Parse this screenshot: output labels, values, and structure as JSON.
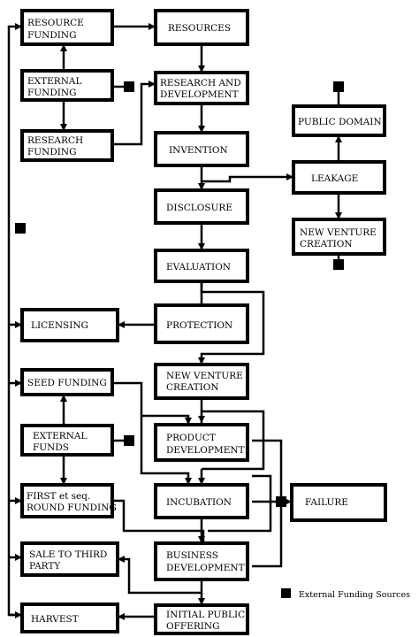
{
  "boxes": {
    "resource_funding": [
      "RESOURCE",
      "FUNDING"
    ],
    "external_funding": [
      "EXTERNAL",
      "FUNDING"
    ],
    "research_funding": [
      "RESEARCH",
      "FUNDING"
    ],
    "resources": [
      "RESOURCES"
    ],
    "research_development": [
      "RESEARCH AND",
      "DEVELOPMENT"
    ],
    "invention": [
      "INVENTION"
    ],
    "disclosure": [
      "DISCLOSURE"
    ],
    "evaluation": [
      "EVALUATION"
    ],
    "protection": [
      "PROTECTION"
    ],
    "new_venture_creation": [
      "NEW VENTURE",
      "CREATION"
    ],
    "product_development": [
      "PRODUCT",
      "DEVELOPMENT"
    ],
    "incubation": [
      "INCUBATION"
    ],
    "business_development": [
      "BUSINESS",
      "DEVELOPMENT"
    ],
    "initial_public_offering": [
      "INITIAL PUBLIC",
      "OFFERING"
    ],
    "public_domain": [
      "PUBLIC DOMAIN"
    ],
    "leakage": [
      "LEAKAGE"
    ],
    "new_venture_creation_right": [
      "NEW VENTURE",
      "CREATION"
    ],
    "licensing": [
      "LICENSING"
    ],
    "seed_funding": [
      "SEED FUNDING"
    ],
    "external_funds": [
      "EXTERNAL",
      "FUNDS"
    ],
    "first_round_funding": [
      "FIRST et seq.",
      "ROUND FUNDING"
    ],
    "sale_third_party": [
      "SALE TO THIRD",
      "PARTY"
    ],
    "harvest": [
      "HARVEST"
    ],
    "failure": [
      "FAILURE"
    ]
  },
  "legend": {
    "label": "External Funding Sources"
  },
  "colors": {
    "stroke": "#000000",
    "background": "#ffffff"
  }
}
